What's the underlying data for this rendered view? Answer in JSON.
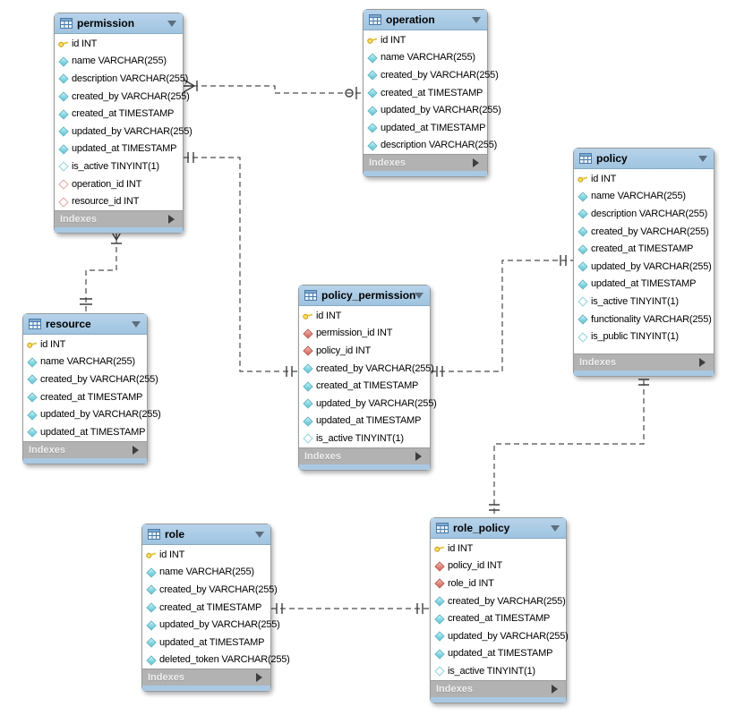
{
  "diagram": {
    "tool": "EER Diagram",
    "colors": {
      "table_header_blue": "#a9c9e3",
      "footer_gray": "#b2b2b2",
      "primary_key_yellow": "#ffe054",
      "column_teal": "#5fc3d3",
      "foreign_key_red": "#d4655a",
      "connector_gray": "#4a4a4a"
    },
    "tables": [
      {
        "name": "permission",
        "footer_label": "Indexes",
        "fields": [
          {
            "icon": "primary-key",
            "text": "id INT"
          },
          {
            "icon": "column",
            "text": "name VARCHAR(255)"
          },
          {
            "icon": "column",
            "text": "description VARCHAR(255)"
          },
          {
            "icon": "column",
            "text": "created_by VARCHAR(255)"
          },
          {
            "icon": "column",
            "text": "created_at TIMESTAMP"
          },
          {
            "icon": "column",
            "text": "updated_by VARCHAR(255)"
          },
          {
            "icon": "column",
            "text": "updated_at TIMESTAMP"
          },
          {
            "icon": "column-nullable",
            "text": "is_active TINYINT(1)"
          },
          {
            "icon": "foreign-key-nullable",
            "text": "operation_id INT"
          },
          {
            "icon": "foreign-key-nullable",
            "text": "resource_id INT"
          }
        ]
      },
      {
        "name": "operation",
        "footer_label": "Indexes",
        "fields": [
          {
            "icon": "primary-key",
            "text": "id INT"
          },
          {
            "icon": "column",
            "text": "name VARCHAR(255)"
          },
          {
            "icon": "column",
            "text": "created_by VARCHAR(255)"
          },
          {
            "icon": "column",
            "text": "created_at TIMESTAMP"
          },
          {
            "icon": "column",
            "text": "updated_by VARCHAR(255)"
          },
          {
            "icon": "column",
            "text": "updated_at TIMESTAMP"
          },
          {
            "icon": "column",
            "text": "description VARCHAR(255)"
          }
        ]
      },
      {
        "name": "policy",
        "footer_label": "Indexes",
        "fields": [
          {
            "icon": "primary-key",
            "text": "id INT"
          },
          {
            "icon": "column",
            "text": "name VARCHAR(255)"
          },
          {
            "icon": "column",
            "text": "description VARCHAR(255)"
          },
          {
            "icon": "column",
            "text": "created_by VARCHAR(255)"
          },
          {
            "icon": "column",
            "text": "created_at TIMESTAMP"
          },
          {
            "icon": "column",
            "text": "updated_by VARCHAR(255)"
          },
          {
            "icon": "column",
            "text": "updated_at TIMESTAMP"
          },
          {
            "icon": "column-nullable",
            "text": "is_active TINYINT(1)"
          },
          {
            "icon": "column",
            "text": "functionality VARCHAR(255)"
          },
          {
            "icon": "column-nullable",
            "text": "is_public TINYINT(1)"
          }
        ]
      },
      {
        "name": "resource",
        "footer_label": "Indexes",
        "fields": [
          {
            "icon": "primary-key",
            "text": "id INT"
          },
          {
            "icon": "column",
            "text": "name VARCHAR(255)"
          },
          {
            "icon": "column",
            "text": "created_by VARCHAR(255)"
          },
          {
            "icon": "column",
            "text": "created_at TIMESTAMP"
          },
          {
            "icon": "column",
            "text": "updated_by VARCHAR(255)"
          },
          {
            "icon": "column",
            "text": "updated_at TIMESTAMP"
          }
        ]
      },
      {
        "name": "policy_permission",
        "footer_label": "Indexes",
        "fields": [
          {
            "icon": "primary-key",
            "text": "id INT"
          },
          {
            "icon": "foreign-key",
            "text": "permission_id INT"
          },
          {
            "icon": "foreign-key",
            "text": "policy_id INT"
          },
          {
            "icon": "column",
            "text": "created_by VARCHAR(255)"
          },
          {
            "icon": "column",
            "text": "created_at TIMESTAMP"
          },
          {
            "icon": "column",
            "text": "updated_by VARCHAR(255)"
          },
          {
            "icon": "column",
            "text": "updated_at TIMESTAMP"
          },
          {
            "icon": "column-nullable",
            "text": "is_active TINYINT(1)"
          }
        ]
      },
      {
        "name": "role",
        "footer_label": "Indexes",
        "fields": [
          {
            "icon": "primary-key",
            "text": "id INT"
          },
          {
            "icon": "column",
            "text": "name VARCHAR(255)"
          },
          {
            "icon": "column",
            "text": "created_by VARCHAR(255)"
          },
          {
            "icon": "column",
            "text": "created_at TIMESTAMP"
          },
          {
            "icon": "column",
            "text": "updated_by VARCHAR(255)"
          },
          {
            "icon": "column",
            "text": "updated_at TIMESTAMP"
          },
          {
            "icon": "column",
            "text": "deleted_token VARCHAR(255)"
          }
        ]
      },
      {
        "name": "role_policy",
        "footer_label": "Indexes",
        "fields": [
          {
            "icon": "primary-key",
            "text": "id INT"
          },
          {
            "icon": "foreign-key",
            "text": "policy_id INT"
          },
          {
            "icon": "foreign-key",
            "text": "role_id INT"
          },
          {
            "icon": "column",
            "text": "created_by VARCHAR(255)"
          },
          {
            "icon": "column",
            "text": "created_at TIMESTAMP"
          },
          {
            "icon": "column",
            "text": "updated_by VARCHAR(255)"
          },
          {
            "icon": "column",
            "text": "updated_at TIMESTAMP"
          },
          {
            "icon": "column-nullable",
            "text": "is_active TINYINT(1)"
          }
        ]
      }
    ],
    "relationships": [
      {
        "from": "permission",
        "to": "operation",
        "from_marker": "many-mandatory",
        "to_marker": "one-optional",
        "style": "dashed"
      },
      {
        "from": "permission",
        "to": "resource",
        "from_marker": "many-mandatory",
        "to_marker": "one-mandatory",
        "style": "dashed"
      },
      {
        "from": "permission",
        "to": "policy_permission",
        "from_marker": "one-mandatory",
        "to_marker": "one-mandatory",
        "style": "dashed"
      },
      {
        "from": "policy_permission",
        "to": "policy",
        "from_marker": "one-mandatory",
        "to_marker": "one-mandatory",
        "style": "dashed"
      },
      {
        "from": "policy",
        "to": "role_policy",
        "from_marker": "one-mandatory",
        "to_marker": "one-mandatory",
        "style": "dashed"
      },
      {
        "from": "role",
        "to": "role_policy",
        "from_marker": "one-mandatory",
        "to_marker": "one-mandatory",
        "style": "dashed"
      }
    ]
  }
}
